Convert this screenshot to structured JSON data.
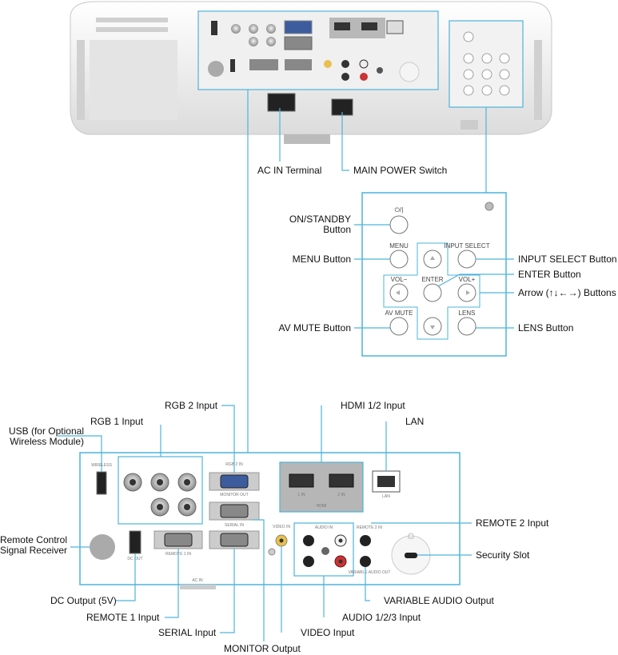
{
  "callouts": {
    "ac_in": "AC IN Terminal",
    "main_power": "MAIN POWER Switch",
    "on_standby": [
      "ON/STANDBY",
      "Button"
    ],
    "menu": "MENU Button",
    "av_mute": "AV MUTE Button",
    "input_select": "INPUT SELECT Button",
    "enter": "ENTER Button",
    "arrow": "Arrow (↑↓←→) Buttons",
    "lens": "LENS Button",
    "rgb2": "RGB 2 Input",
    "hdmi": "HDMI 1/2 Input",
    "rgb1": "RGB 1 Input",
    "usb": [
      "USB (for Optional",
      "Wireless Module)"
    ],
    "lan": "LAN",
    "remote_rx": [
      "Remote Control",
      "Signal Receiver"
    ],
    "remote2": "REMOTE 2 Input",
    "security": "Security Slot",
    "var_audio": "VARIABLE AUDIO Output",
    "dc_out": "DC Output (5V)",
    "audio": "AUDIO 1/2/3 Input",
    "remote1": "REMOTE 1 Input",
    "video": "VIDEO Input",
    "serial": "SERIAL Input",
    "monitor": "MONITOR Output"
  },
  "keypad": {
    "power": "⏻/|",
    "menu": "MENU",
    "input_select": "INPUT SELECT",
    "vol_minus": "VOL−",
    "enter": "ENTER",
    "vol_plus": "VOL+",
    "av_mute": "AV MUTE",
    "lens": "LENS"
  },
  "panel": {
    "wireless": "WIRELESS",
    "rgb2_in": "RGB 2 IN",
    "monitor_out": "MONITOR OUT",
    "hdmi1": "1 IN",
    "hdmi2": "2 IN",
    "hdmi_logo": "HDMI",
    "lan": "LAN",
    "remote1_in": "REMOTE 1 IN",
    "serial_in": "SERIAL IN",
    "dc_out": "DC OUT",
    "video_in": "VIDEO IN",
    "audio_in": "AUDIO IN",
    "remote2_in": "REMOTE 2 IN",
    "variable_audio_out": "VARIABLE AUDIO OUT",
    "ac_in": "AC IN"
  }
}
